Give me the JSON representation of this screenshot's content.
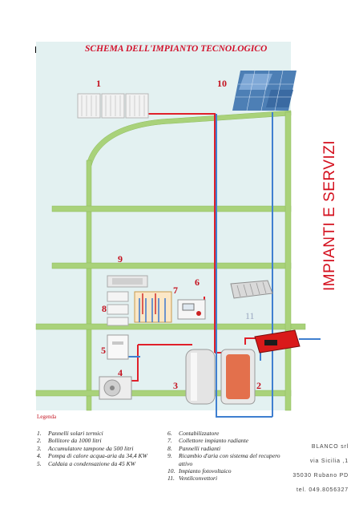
{
  "header": {
    "title": "SCHEMA DELL'IMPIANTO TECNOLOGICO",
    "side_title": "IMPIANTI E SERVIZI"
  },
  "diagram": {
    "numbers": {
      "n1": "1",
      "n10": "10",
      "n9": "9",
      "n7": "7",
      "n6": "6",
      "n8": "8",
      "n11": "11",
      "n5": "5",
      "n4": "4",
      "n3": "3",
      "n2": "2"
    }
  },
  "legend": {
    "title": "Legenda",
    "left": [
      {
        "n": "1.",
        "text": "Pannelli solari termici"
      },
      {
        "n": "2.",
        "text": "Bollitore da 1000 litri"
      },
      {
        "n": "3.",
        "text": "Accumulatore tampone da 500 litri"
      },
      {
        "n": "4.",
        "text": "Pompa di calore acqua-aria da 34,4 KW"
      },
      {
        "n": "5.",
        "text": "Caldaia a condensazione da 45 KW"
      }
    ],
    "right": [
      {
        "n": "6.",
        "text": "Contabilizzatore"
      },
      {
        "n": "7.",
        "text": "Collettore impianto radiante"
      },
      {
        "n": "8.",
        "text": "Pannelli radianti"
      },
      {
        "n": "9.",
        "text": "Ricambio d'aria con sistema del recupero"
      },
      {
        "n": "",
        "text": "attivo"
      },
      {
        "n": "10.",
        "text": "Impianto fotovoltaico"
      },
      {
        "n": "11.",
        "text": "Ventilconvettori"
      }
    ]
  },
  "contact": {
    "company": "BLANCO srl",
    "street": "via Sicilia ,1",
    "city": "35030 Rubano PD",
    "phone": "tel. 049.8056327"
  },
  "colors": {
    "accent_red": "#d2112b",
    "frame_green": "#a9d27a",
    "pipe_red": "#e0202a",
    "pipe_blue": "#3f7fd0",
    "panel_bg": "#e3f1f1"
  }
}
